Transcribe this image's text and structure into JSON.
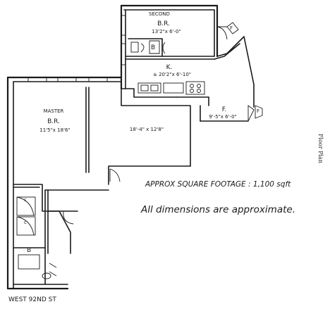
{
  "rooms": {
    "second_br": {
      "line1": "SECOND",
      "line2": "B.R.",
      "dims": "13'2\"x 6'-0\""
    },
    "bath_top": {
      "label": "B"
    },
    "kitchen": {
      "label": "K.",
      "dims": "± 20'2\"x 6'-10\""
    },
    "foyer": {
      "label": "F.",
      "dims": "9'-5\"x 6'-0\""
    },
    "master_br": {
      "line1": "MASTER",
      "line2": "B.R.",
      "dims": "11'5\"x 18'6\""
    },
    "living": {
      "dims": "18'-4\" x 12'8\""
    },
    "bath_bottom": {
      "label": "B"
    }
  },
  "markers": {
    "closet": "c",
    "fireplace": "F"
  },
  "street": "WEST 92ND ST",
  "notes": {
    "square_footage": "APPROX SQUARE FOOTAGE : 1,100 sqft",
    "dimensions": "All dimensions are approximate."
  },
  "side_label": "Floor Plan"
}
